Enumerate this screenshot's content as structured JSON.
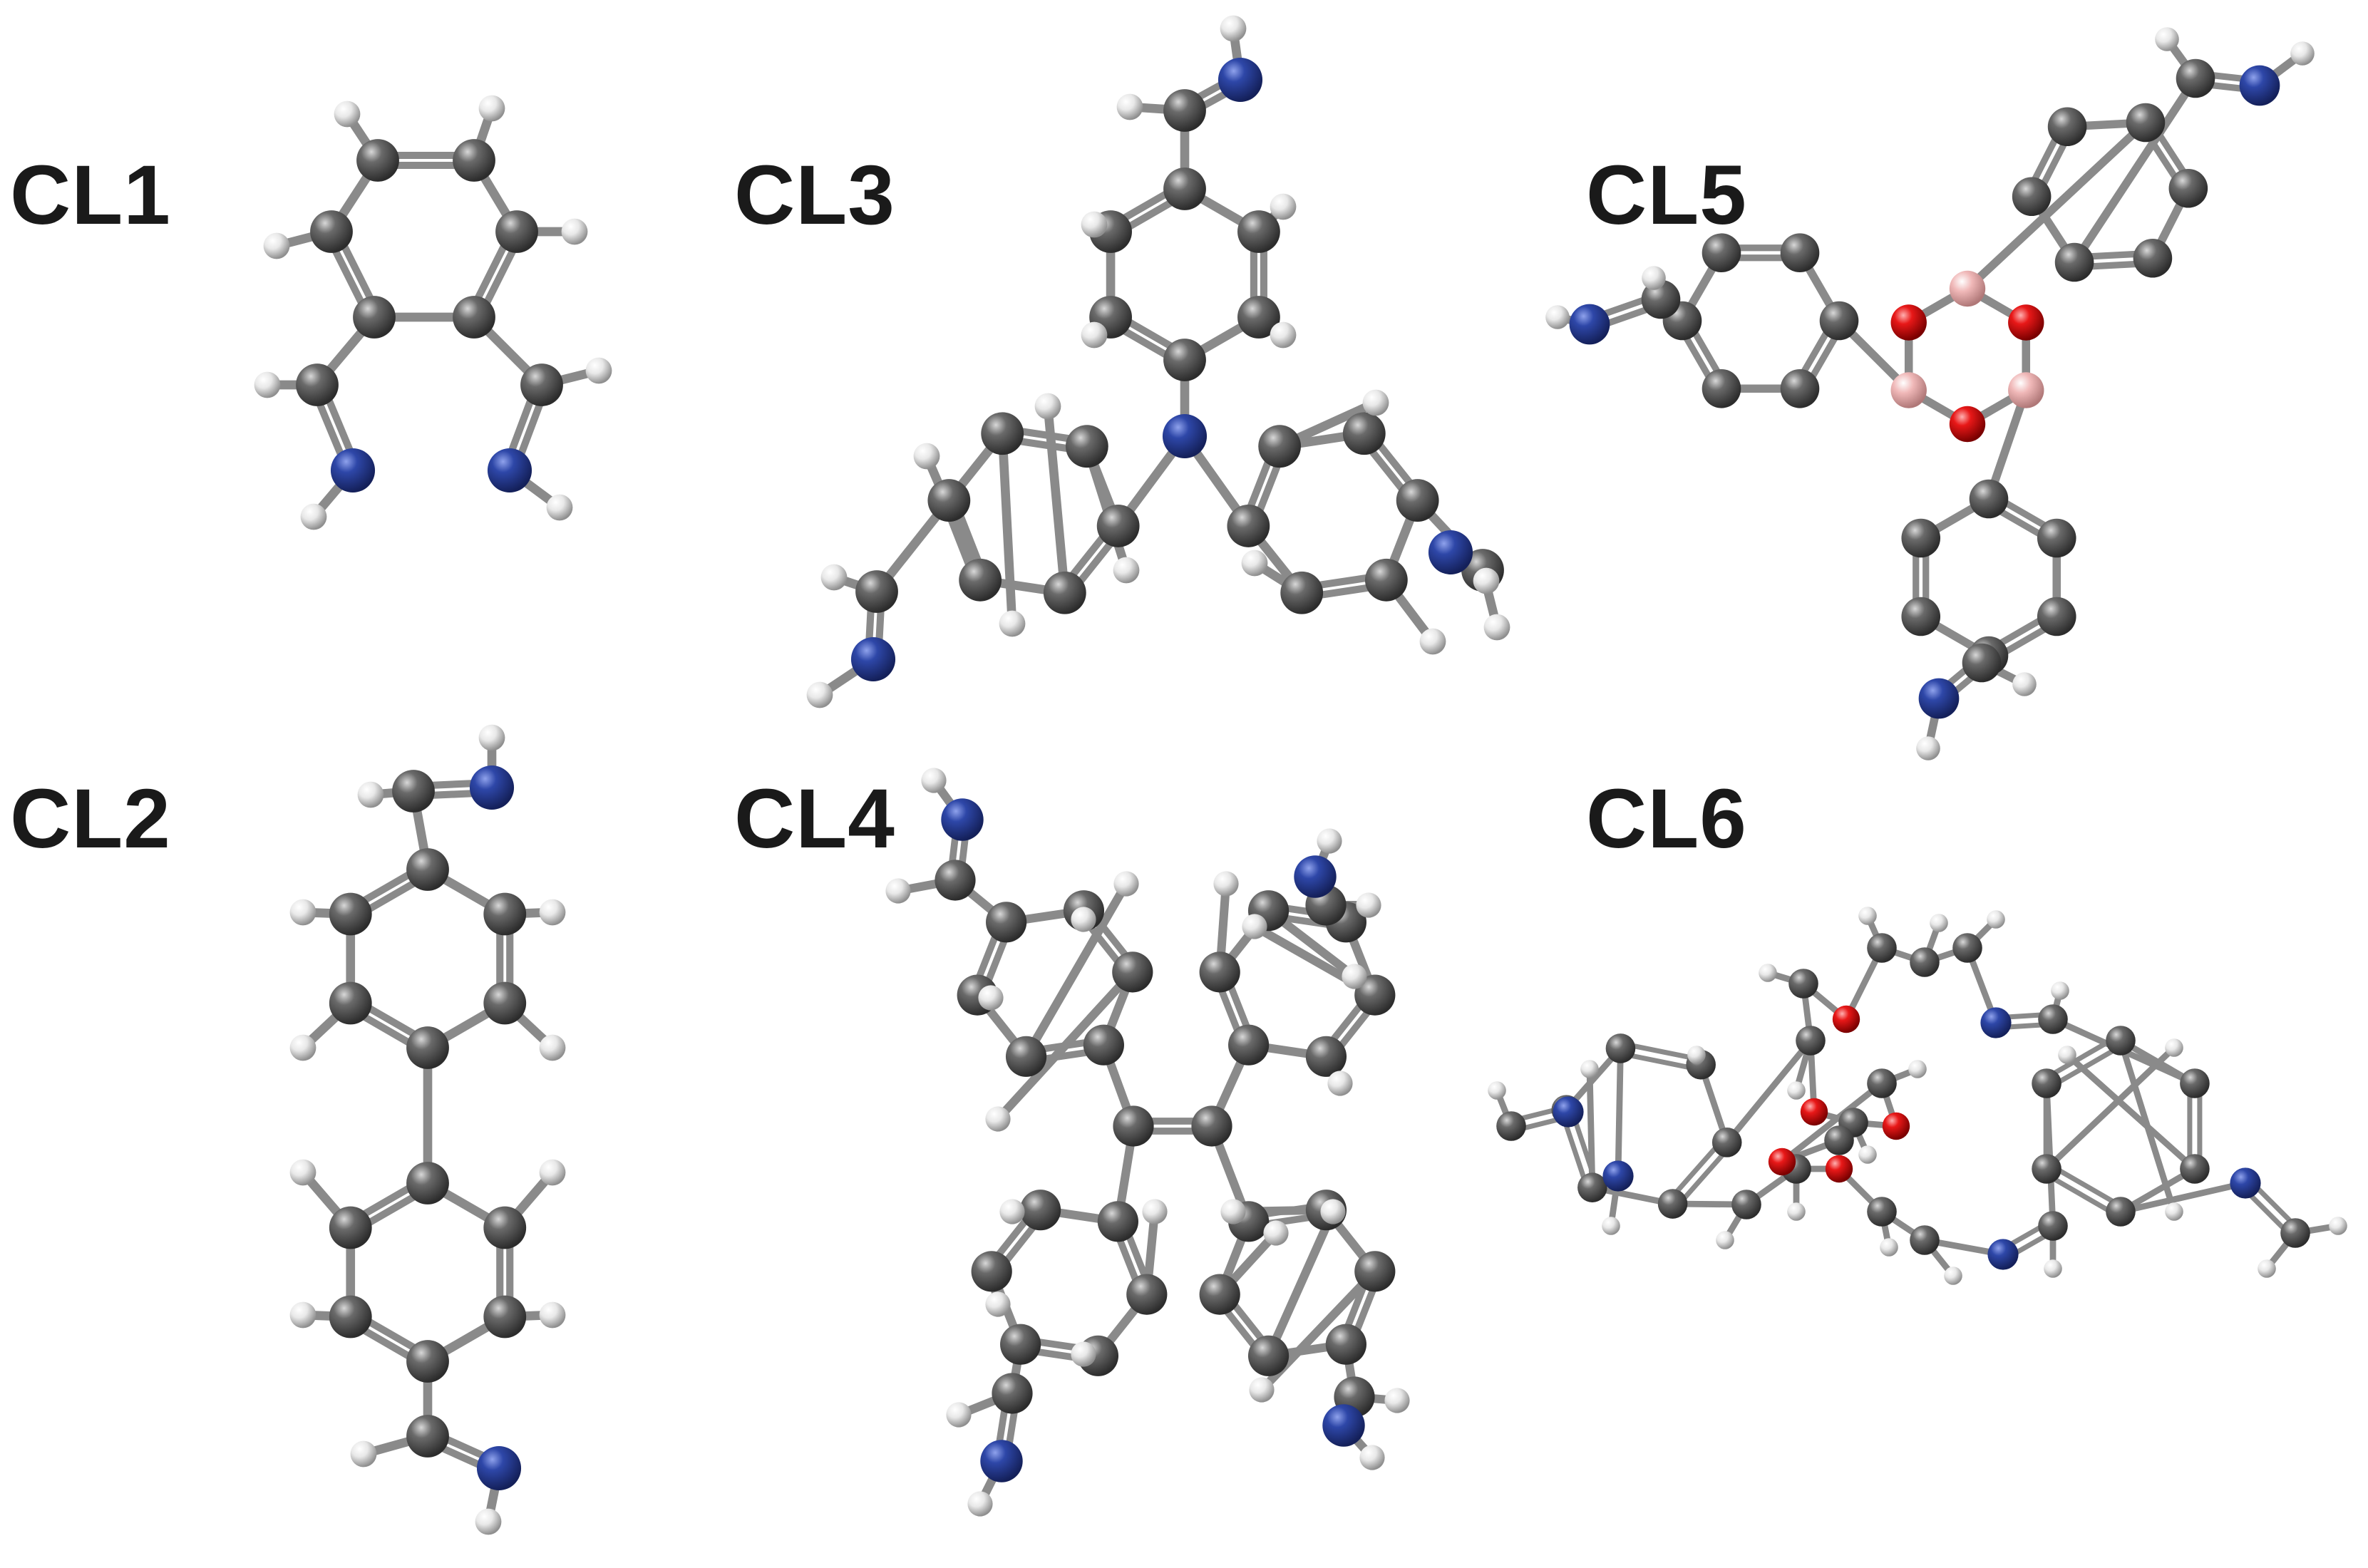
{
  "figure": {
    "panels": [
      {
        "id": "cl1",
        "label": "CL1"
      },
      {
        "id": "cl2",
        "label": "CL2"
      },
      {
        "id": "cl3",
        "label": "CL3"
      },
      {
        "id": "cl4",
        "label": "CL4"
      },
      {
        "id": "cl5",
        "label": "CL5"
      },
      {
        "id": "cl6",
        "label": "CL6"
      }
    ],
    "atom_colors": {
      "C": "#5a5a5a",
      "H": "#e6e6e6",
      "N": "#2a3f9e",
      "O": "#e01818",
      "B": "#efb7b7"
    },
    "bond_color": "#8a8a8a"
  }
}
